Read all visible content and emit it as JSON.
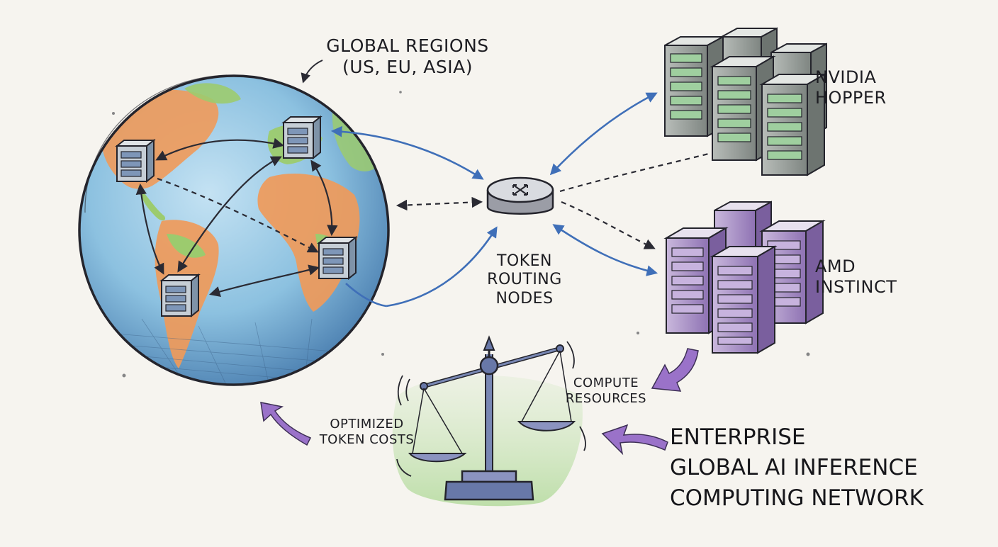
{
  "labels": {
    "regions": [
      "GLOBAL REGIONS",
      "(US, EU, ASIA)"
    ],
    "nvidia": [
      "NVIDIA",
      "HOPPER"
    ],
    "amd": [
      "AMD",
      "INSTINCT"
    ],
    "routing": [
      "TOKEN",
      "ROUTING",
      "NODES"
    ],
    "compute": [
      "COMPUTE",
      "RESOURCES"
    ],
    "cost": [
      "OPTIMIZED",
      "TOKEN COSTS"
    ],
    "title": [
      "ENTERPRISE",
      "GLOBAL AI INFERENCE",
      "COMPUTING NETWORK"
    ]
  },
  "colors": {
    "ink": "#2a2a33",
    "ocean": "#8cc1e0",
    "land_orange": "#ef9a5a",
    "land_green": "#9ccb6e",
    "arrow_blue": "#3f6fb8",
    "arrow_purple": "#9a72c9",
    "server_gray": "#8c9390",
    "server_green": "#9fcf9f",
    "server_purple": "#9b7fbf",
    "scale_blue": "#6878a8"
  },
  "icons": [
    "globe-icon",
    "server-icon",
    "router-icon",
    "balance-scale-icon"
  ]
}
